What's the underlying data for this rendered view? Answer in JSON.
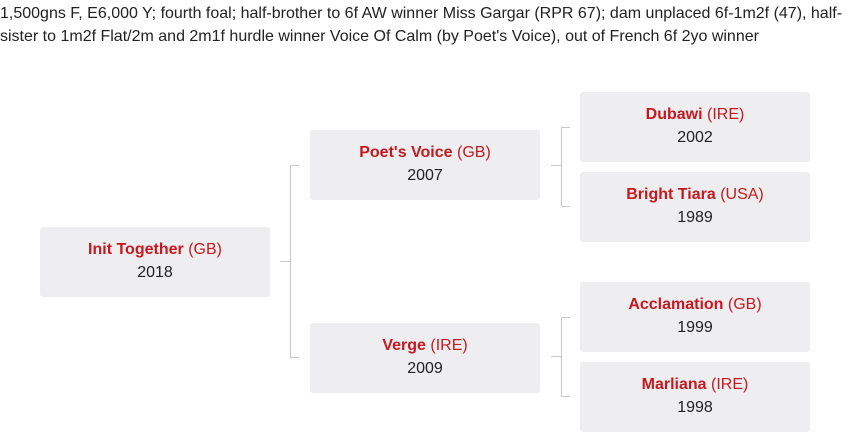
{
  "description": "1,500gns F, E6,000 Y; fourth foal; half-brother to 6f AW winner Miss Gargar (RPR 67); dam unplaced 6f-1m2f (47), half-sister to 1m2f Flat/2m and 2m1f hurdle winner Voice Of Calm (by Poet's Voice), out of French 6f 2yo winner",
  "pedigree": {
    "subject": {
      "name": "Init Together",
      "country": "(GB)",
      "year": "2018"
    },
    "sire": {
      "name": "Poet's Voice",
      "country": "(GB)",
      "year": "2007"
    },
    "dam": {
      "name": "Verge",
      "country": "(IRE)",
      "year": "2009"
    },
    "sire_sire": {
      "name": "Dubawi",
      "country": "(IRE)",
      "year": "2002"
    },
    "sire_dam": {
      "name": "Bright Tiara",
      "country": "(USA)",
      "year": "1989"
    },
    "dam_sire": {
      "name": "Acclamation",
      "country": "(GB)",
      "year": "1999"
    },
    "dam_dam": {
      "name": "Marliana",
      "country": "(IRE)",
      "year": "1998"
    }
  },
  "colors": {
    "accent": "#c5191f",
    "card_bg": "#eeeef0",
    "connector": "#c8c8cc"
  }
}
